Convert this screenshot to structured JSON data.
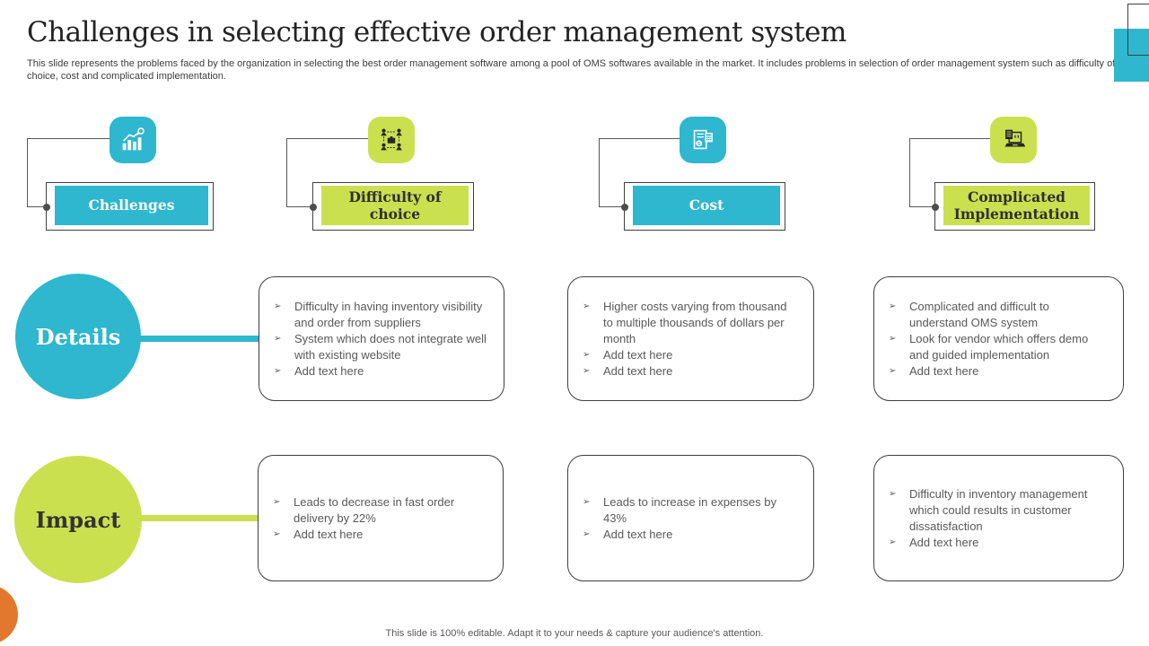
{
  "header": {
    "title": "Challenges in selecting effective order management system",
    "subtitle": "This slide represents the problems faced by the organization in selecting the best order management software among a pool of OMS softwares available in the market. It includes problems in selection of order management system such as difficulty of choice, cost and complicated implementation."
  },
  "columns": [
    {
      "label": "Challenges",
      "icon": "growth-chart-magnifier-icon",
      "theme": "teal"
    },
    {
      "label": "Difficulty of choice",
      "icon": "team-network-icon",
      "theme": "lime"
    },
    {
      "label": "Cost",
      "icon": "invoice-calculator-icon",
      "theme": "teal"
    },
    {
      "label": "Complicated Implementation",
      "icon": "laptop-setup-icon",
      "theme": "lime"
    }
  ],
  "rows": [
    {
      "label": "Details",
      "theme": "teal",
      "boxes": [
        {
          "bullets": [
            "Difficulty in having inventory visibility and order from suppliers",
            "System which does not integrate well with existing website",
            "Add text here"
          ]
        },
        {
          "bullets": [
            "Higher costs varying from thousand to multiple thousands of dollars per month",
            "Add text here",
            "Add text here"
          ]
        },
        {
          "bullets": [
            "Complicated and difficult to understand OMS system",
            "Look for vendor which offers demo and guided implementation",
            "Add text here"
          ]
        }
      ]
    },
    {
      "label": "Impact",
      "theme": "lime",
      "boxes": [
        {
          "bullets": [
            "Leads to decrease in fast order delivery by 22%",
            "Add text here"
          ]
        },
        {
          "bullets": [
            "Leads to increase in expenses by 43%",
            "Add text here"
          ]
        },
        {
          "bullets": [
            "Difficulty in inventory management which could results in customer dissatisfaction",
            "Add text here"
          ]
        }
      ]
    }
  ],
  "bullet_marker": "➢",
  "footer": "This slide is 100% editable. Adapt it to your needs & capture your audience's attention.",
  "colors": {
    "teal": "#2EB7CE",
    "lime": "#CBE04F",
    "orange": "#E2782D",
    "border_dark": "#404040",
    "text_muted": "#595959"
  }
}
